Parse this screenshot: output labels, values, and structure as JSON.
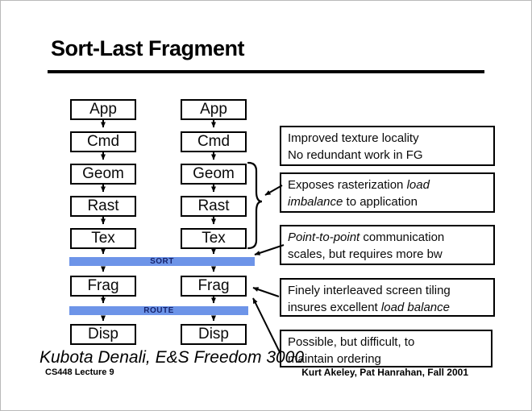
{
  "title": "Sort-Last Fragment",
  "pipeline": {
    "stages": [
      "App",
      "Cmd",
      "Geom",
      "Rast",
      "Tex",
      "Frag",
      "Disp"
    ],
    "sort_bar_label": "SORT",
    "route_bar_label": "ROUTE",
    "bar_color": "#6D94E8",
    "bar_label_color": "#17246E"
  },
  "annotations": [
    {
      "line1": "Improved texture locality",
      "line2": "No redundant work in FG"
    },
    {
      "line1_pre": "Exposes rasterization ",
      "line1_it": "load",
      "line2_it": "imbalance",
      "line2_post": " to application"
    },
    {
      "line1_it": "Point-to-point",
      "line1_post": " communication",
      "line2": "scales, but requires more bw"
    },
    {
      "line1": "Finely interleaved screen tiling",
      "line2_pre": "insures excellent ",
      "line2_it": "load balance"
    },
    {
      "line1": "Possible, but difficult, to",
      "line2": "maintain ordering"
    }
  ],
  "caption": "Kubota Denali, E&S Freedom 3000",
  "footer": {
    "left": "CS448 Lecture 9",
    "right": "Kurt Akeley, Pat Hanrahan, Fall 2001"
  }
}
